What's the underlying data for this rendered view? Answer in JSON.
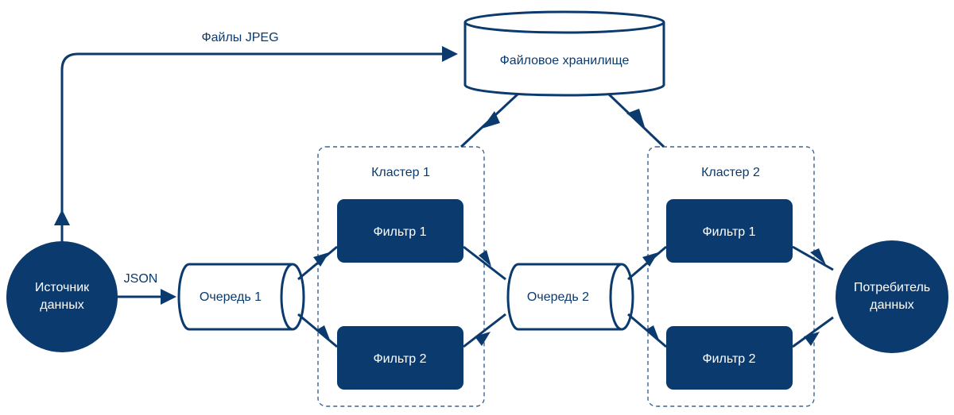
{
  "nodes": {
    "source": [
      "Источник",
      "данных"
    ],
    "consumer": [
      "Потребитель",
      "данных"
    ],
    "storage": "Файловое хранилище",
    "queue1": "Очередь 1",
    "queue2": "Очередь 2",
    "c1_filter1": "Фильтр 1",
    "c1_filter2": "Фильтр 2",
    "c2_filter1": "Фильтр 1",
    "c2_filter2": "Фильтр 2"
  },
  "clusters": {
    "cluster1": "Кластер 1",
    "cluster2": "Кластер 2"
  },
  "edge_labels": {
    "jpeg": "Файлы JPEG",
    "json": "JSON"
  },
  "colors": {
    "primary": "#0b3a6e",
    "cluster_border": "#3d6291",
    "background": "#ffffff"
  }
}
